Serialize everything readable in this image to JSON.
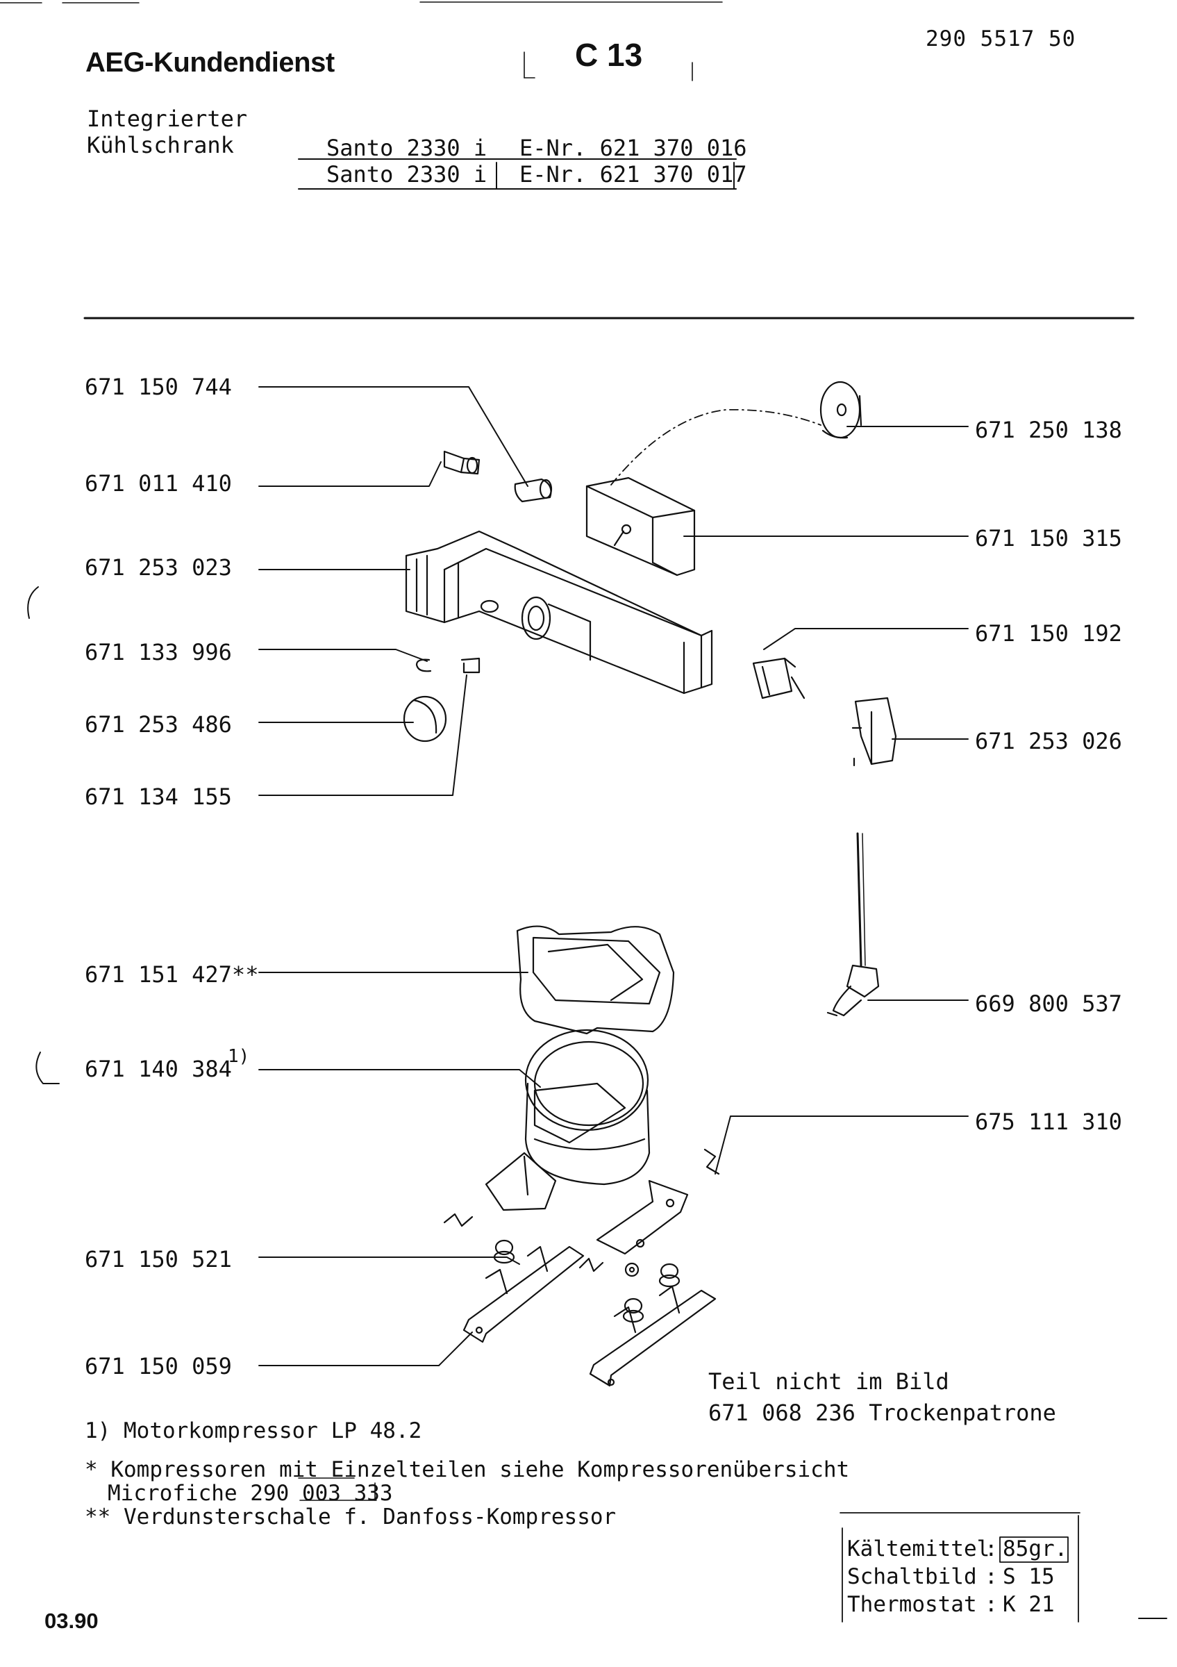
{
  "header": {
    "company": "AEG-Kundendienst",
    "page_code": "C 13",
    "document_number": "290 5517 50"
  },
  "appliance": {
    "line1": "Integrierter",
    "line2": "Kühlschrank"
  },
  "models": [
    {
      "name": "Santo 2330 i",
      "enr": "E-Nr. 621 370 016"
    },
    {
      "name": "Santo 2330 i",
      "enr": "E-Nr. 621 370 017"
    }
  ],
  "parts_left": [
    "671 150 744",
    "671 011 410",
    "671 253 023",
    "671 133 996",
    "671 253 486",
    "671 134 155",
    "671 151 427**",
    "671 140 384",
    "671 150 521",
    "671 150 059"
  ],
  "part_footnote_ref": "1)",
  "parts_right": [
    "671 250 138",
    "671 150 315",
    "671 150 192",
    "671 253 026",
    "669 800 537",
    "675 111 310"
  ],
  "not_pictured": {
    "heading": "Teil nicht im Bild",
    "item": "671 068 236 Trockenpatrone"
  },
  "footnotes": {
    "note1": "1) Motorkompressor LP 48.2",
    "note2_line1": "* Kompressoren mit Einzelteilen siehe Kompressorenübersicht",
    "note2_line2": "Microfiche 290 003 333",
    "note3": "** Verdunsterschale f. Danfoss-Kompressor"
  },
  "specs": [
    {
      "label": "Kältemittel",
      "value": "85gr."
    },
    {
      "label": "Schaltbild",
      "value": "S 15"
    },
    {
      "label": "Thermostat",
      "value": "K 21"
    }
  ],
  "date": "03.90"
}
